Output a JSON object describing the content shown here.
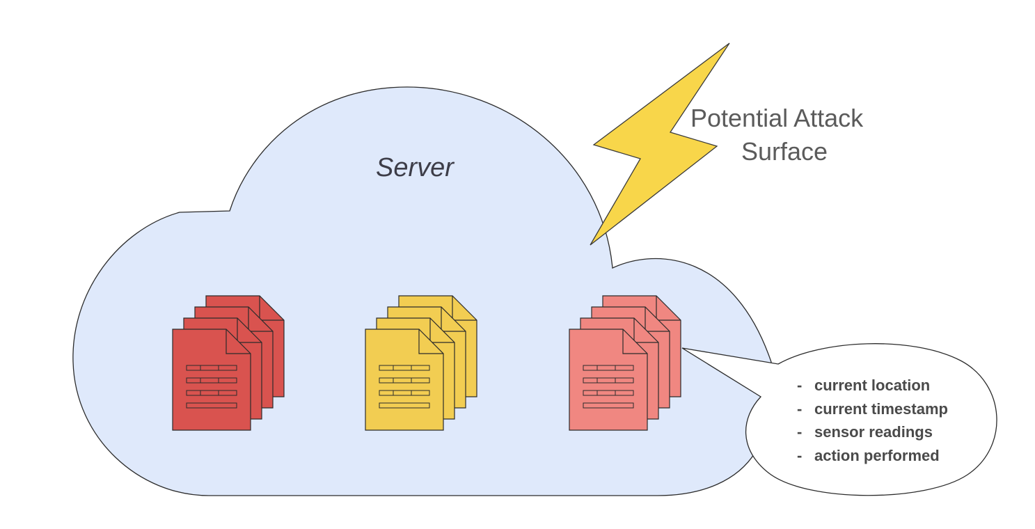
{
  "server_label": "Server",
  "attack_label": [
    "Potential Attack",
    "Surface"
  ],
  "data_fields": [
    "current location",
    "current timestamp",
    "sensor readings",
    "action performed"
  ],
  "bullet_marker": "-",
  "document_stacks": [
    {
      "name": "dark-red",
      "fill": "#d9534f"
    },
    {
      "name": "yellow",
      "fill": "#f2cd52"
    },
    {
      "name": "salmon",
      "fill": "#f08781"
    }
  ],
  "colors": {
    "cloud_fill": "#dfe9fb",
    "cloud_stroke": "#2b2b2b",
    "lightning_fill": "#f8d64a",
    "callout_fill": "#ffffff"
  }
}
